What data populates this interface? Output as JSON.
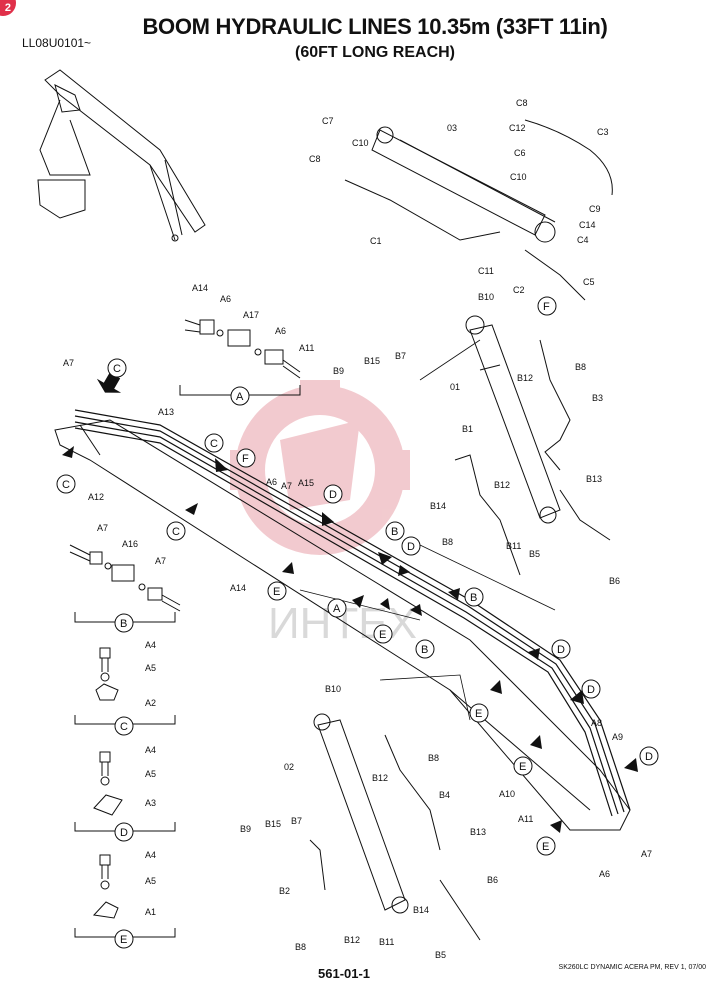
{
  "page_badge": "2",
  "part_code": "LL08U0101~",
  "title": "BOOM HYDRAULIC LINES 10.35m (33FT 11in)",
  "subtitle": "(60FT LONG REACH)",
  "page_number": "561-01-1",
  "revision": "SK260LC DYNAMIC ACERA PM, REV 1, 07/00",
  "watermark_text": "ИНТЕХ",
  "colors": {
    "ink": "#111111",
    "watermark": "#e8a0a8",
    "watermark_text": "#c8c8c8",
    "badge": "#e0304a"
  },
  "part_labels": {
    "C8a": "C8",
    "C7": "C7",
    "P03": "03",
    "C12": "C12",
    "C3": "C3",
    "C10a": "C10",
    "C6": "C6",
    "C8b": "C8",
    "C10b": "C10",
    "C9": "C9",
    "C14": "C14",
    "C1": "C1",
    "C4": "C4",
    "C11": "C11",
    "C2": "C2",
    "C5": "C5",
    "A14a": "A14",
    "A6a": "A6",
    "A17": "A17",
    "A6b": "A6",
    "A11": "A11",
    "B10a": "B10",
    "B15a": "B15",
    "B7a": "B7",
    "B9a": "B9",
    "P01": "01",
    "B12a": "B12",
    "B8a": "B8",
    "B3": "B3",
    "B1": "B1",
    "B13a": "B13",
    "B14a": "B14",
    "B12b": "B12",
    "B8b": "B8",
    "B11a": "B11",
    "B5a": "B5",
    "B6a": "B6",
    "A7a": "A7",
    "A13": "A13",
    "A12": "A12",
    "A6c": "A6",
    "A7b": "A7",
    "A15": "A15",
    "A14b": "A14",
    "A7c": "A7",
    "A16": "A16",
    "A7d": "A7",
    "A4a": "A4",
    "A5a": "A5",
    "A2": "A2",
    "A4b": "A4",
    "A5b": "A5",
    "A3": "A3",
    "A4c": "A4",
    "A5c": "A5",
    "A1": "A1",
    "B10b": "B10",
    "B12c": "B12",
    "B8c": "B8",
    "P02": "02",
    "B4": "B4",
    "B13b": "B13",
    "B9b": "B9",
    "B15b": "B15",
    "B7b": "B7",
    "B2": "B2",
    "B14b": "B14",
    "B6b": "B6",
    "B8d": "B8",
    "B12d": "B12",
    "B11b": "B11",
    "B5b": "B5",
    "A8": "A8",
    "A9": "A9",
    "A10": "A10",
    "A11b": "A11",
    "A6d": "A6",
    "A7e": "A7"
  },
  "view_letters": {
    "A": "A",
    "B": "B",
    "C": "C",
    "D": "D",
    "E": "E",
    "F": "F"
  }
}
